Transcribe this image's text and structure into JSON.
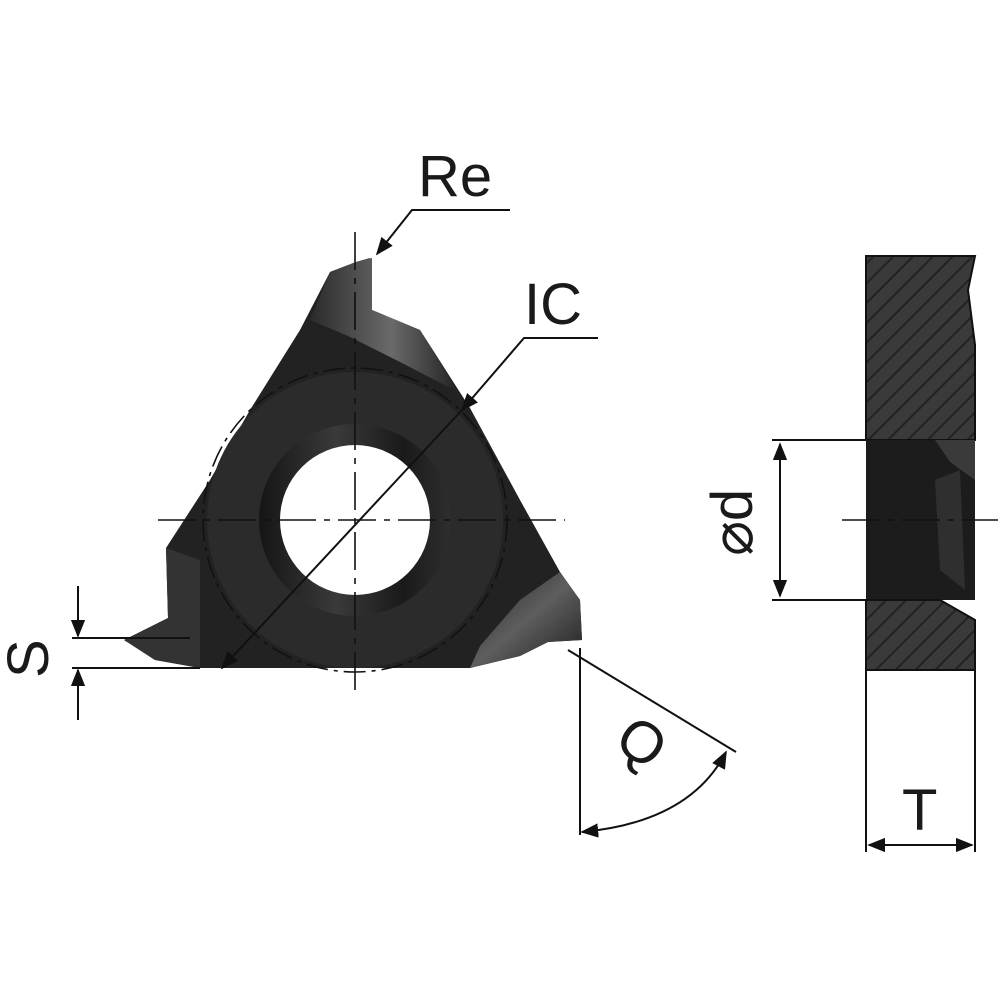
{
  "labels": {
    "corner_radius": "Re",
    "inscribed_circle": "IC",
    "hole_diameter": "⌀d",
    "thickness": "T",
    "thread_height": "S",
    "angle": "Q"
  },
  "colors": {
    "insert_dark": "#1c1c1c",
    "insert_mid": "#2c2c2c",
    "highlight": "#555555",
    "hatch": "#2a2a2a",
    "line": "#111111",
    "background": "#ffffff"
  }
}
